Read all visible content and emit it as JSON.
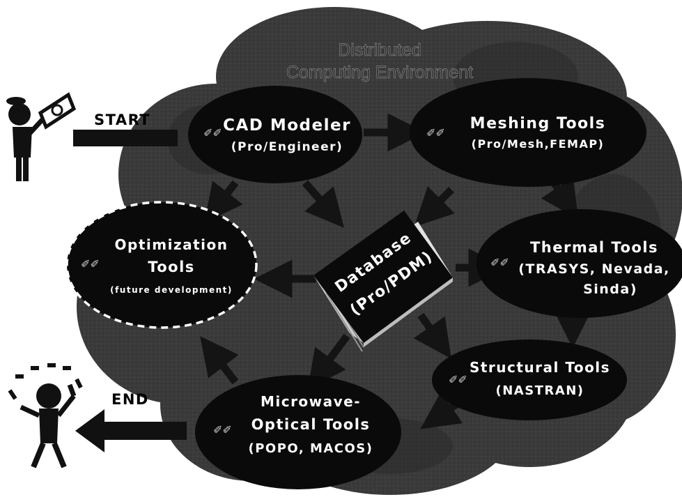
{
  "cloud_title": {
    "line1": "Distributed",
    "line2": "Computing Environment"
  },
  "start_label": "START",
  "end_label": "END",
  "nodes": {
    "cad": {
      "line1": "CAD Modeler",
      "line2": "(Pro/Engineer)"
    },
    "meshing": {
      "line1": "Meshing Tools",
      "line2": "(Pro/Mesh,FEMAP)"
    },
    "thermal": {
      "line1": "Thermal Tools",
      "line2": "(TRASYS, Nevada,",
      "line3": "Sinda)"
    },
    "structural": {
      "line1": "Structural Tools",
      "line2": "(NASTRAN)"
    },
    "microwave": {
      "line1": "Microwave-",
      "line2": "Optical Tools",
      "line3": "(POPO, MACOS)"
    },
    "optimization": {
      "line1": "Optimization",
      "line2": "Tools",
      "line3": "(future development)"
    },
    "database": {
      "line1": "Database",
      "line2": "(Pro/PDM)"
    }
  },
  "colors": {
    "cloud": "#3a3a3a",
    "cloud_dark": "#262626",
    "node": "#0a0a0a",
    "arrow": "#141414",
    "text": "#ffffff"
  }
}
